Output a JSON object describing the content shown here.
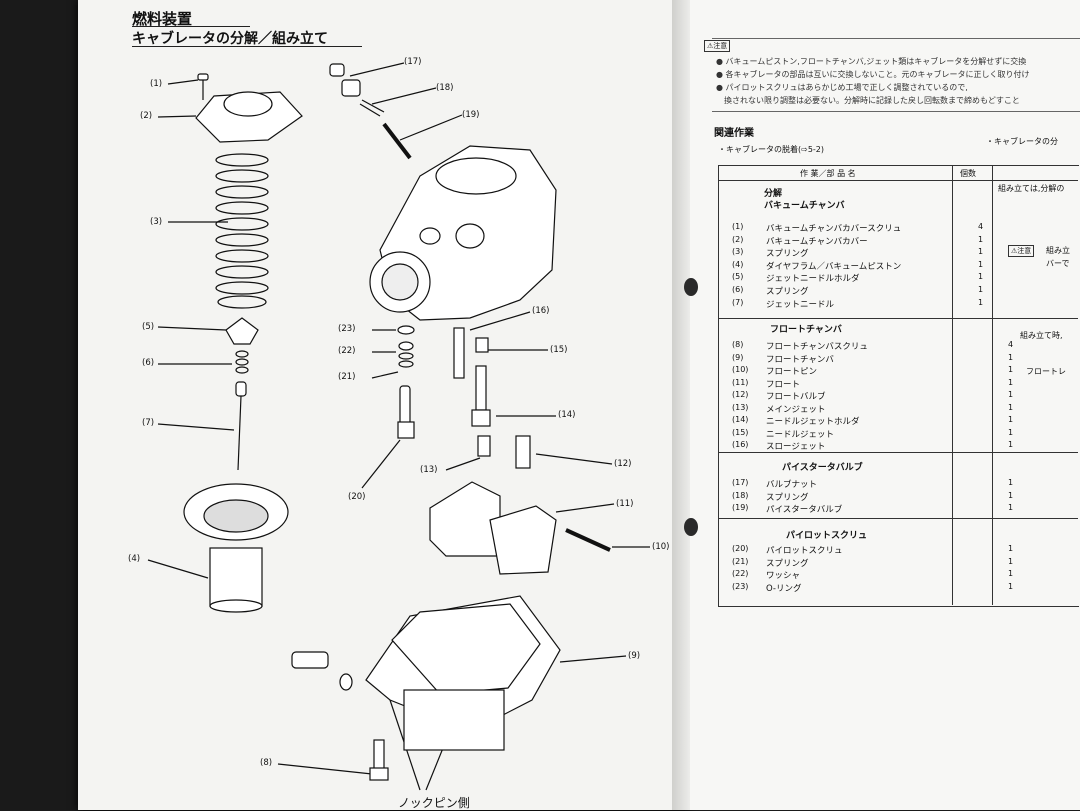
{
  "left_page": {
    "section_title": "燃料装置",
    "sub_title": "キャブレータの分解／組み立て",
    "callouts": [
      {
        "label": "(1)"
      },
      {
        "label": "(2)"
      },
      {
        "label": "(3)"
      },
      {
        "label": "(5)"
      },
      {
        "label": "(6)"
      },
      {
        "label": "(7)"
      },
      {
        "label": "(4)"
      },
      {
        "label": "(17)"
      },
      {
        "label": "(18)"
      },
      {
        "label": "(19)"
      },
      {
        "label": "(16)"
      },
      {
        "label": "(23)"
      },
      {
        "label": "(22)"
      },
      {
        "label": "(21)"
      },
      {
        "label": "(15)"
      },
      {
        "label": "(14)"
      },
      {
        "label": "(13)"
      },
      {
        "label": "(12)"
      },
      {
        "label": "(20)"
      },
      {
        "label": "(11)"
      },
      {
        "label": "(10)"
      },
      {
        "label": "(9)"
      },
      {
        "label": "(8)"
      }
    ],
    "bottom_label": "ノックピン側"
  },
  "right_page": {
    "caution_label": "注意",
    "caution_lines": [
      "● バキュームピストン,フロートチャンバ,ジェット類はキャブレータを分解せずに交換",
      "● 各キャブレータの部品は互いに交換しないこと。元のキャブレータに正しく取り付け",
      "● パイロットスクリュはあらかじめ工場で正しく調整されているので,",
      "　換されない限り調整は必要ない。分解時に記録した戻し回転数まで締めもどすこと"
    ],
    "related_title": "関連作業",
    "related_item_left": "・キャブレータの脱着(⇨5-2)",
    "related_item_right": "・キャブレータの分",
    "table_header_work": "作 業／部 品 名",
    "table_header_qty": "個数",
    "groups": [
      {
        "title": "分解",
        "sub": "バキュームチャンバ",
        "rows": [
          {
            "n": "(1)",
            "name": "バキュームチャンバカバースクリュ",
            "q": "4"
          },
          {
            "n": "(2)",
            "name": "バキュームチャンバカバー",
            "q": "1"
          },
          {
            "n": "(3)",
            "name": "スプリング",
            "q": "1"
          },
          {
            "n": "(4)",
            "name": "ダイヤフラム／バキュームピストン",
            "q": "1"
          },
          {
            "n": "(5)",
            "name": "ジェットニードルホルダ",
            "q": "1"
          },
          {
            "n": "(6)",
            "name": "スプリング",
            "q": "1"
          },
          {
            "n": "(7)",
            "name": "ジェットニードル",
            "q": "1"
          }
        ]
      },
      {
        "title": "フロートチャンバ",
        "sub": "",
        "rows": [
          {
            "n": "(8)",
            "name": "フロートチャンバスクリュ",
            "q": "4"
          },
          {
            "n": "(9)",
            "name": "フロートチャンバ",
            "q": "1"
          },
          {
            "n": "(10)",
            "name": "フロートピン",
            "q": "1"
          },
          {
            "n": "(11)",
            "name": "フロート",
            "q": "1"
          },
          {
            "n": "(12)",
            "name": "フロートバルブ",
            "q": "1"
          },
          {
            "n": "(13)",
            "name": "メインジェット",
            "q": "1"
          },
          {
            "n": "(14)",
            "name": "ニードルジェットホルダ",
            "q": "1"
          },
          {
            "n": "(15)",
            "name": "ニードルジェット",
            "q": "1"
          },
          {
            "n": "(16)",
            "name": "スロージェット",
            "q": "1"
          }
        ]
      },
      {
        "title": "パイスタータバルブ",
        "sub": "",
        "rows": [
          {
            "n": "(17)",
            "name": "バルブナット",
            "q": "1"
          },
          {
            "n": "(18)",
            "name": "スプリング",
            "q": "1"
          },
          {
            "n": "(19)",
            "name": "パイスタータバルブ",
            "q": "1"
          }
        ]
      },
      {
        "title": "パイロットスクリュ",
        "sub": "",
        "rows": [
          {
            "n": "(20)",
            "name": "パイロットスクリュ",
            "q": "1"
          },
          {
            "n": "(21)",
            "name": "スプリング",
            "q": "1"
          },
          {
            "n": "(22)",
            "name": "ワッシャ",
            "q": "1"
          },
          {
            "n": "(23)",
            "name": "O-リング",
            "q": "1"
          }
        ]
      }
    ],
    "remark_1": "組み立ては,分解の",
    "remark_2_badge": "注意",
    "remark_2": "組み立",
    "remark_2b": "バーで",
    "remark_3": "組み立て時,",
    "remark_4": "フロートレ"
  },
  "colors": {
    "paper": "#f4f4f2",
    "ink": "#111111",
    "background": "#1a1a1a"
  }
}
